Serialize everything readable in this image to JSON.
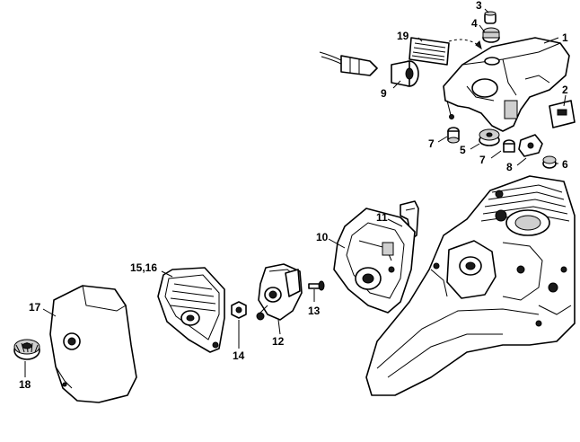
{
  "callouts": [
    {
      "id": "1",
      "label": "1"
    },
    {
      "id": "2",
      "label": "2"
    },
    {
      "id": "3",
      "label": "3"
    },
    {
      "id": "4",
      "label": "4"
    },
    {
      "id": "5",
      "label": "5"
    },
    {
      "id": "6",
      "label": "6"
    },
    {
      "id": "7a",
      "label": "7"
    },
    {
      "id": "7b",
      "label": "7"
    },
    {
      "id": "8",
      "label": "8"
    },
    {
      "id": "9",
      "label": "9"
    },
    {
      "id": "10",
      "label": "10"
    },
    {
      "id": "11",
      "label": "11"
    },
    {
      "id": "12",
      "label": "12"
    },
    {
      "id": "13",
      "label": "13"
    },
    {
      "id": "14",
      "label": "14"
    },
    {
      "id": "15_16",
      "label": "15,16"
    },
    {
      "id": "17",
      "label": "17"
    },
    {
      "id": "18",
      "label": "18"
    },
    {
      "id": "19",
      "label": "19"
    }
  ]
}
